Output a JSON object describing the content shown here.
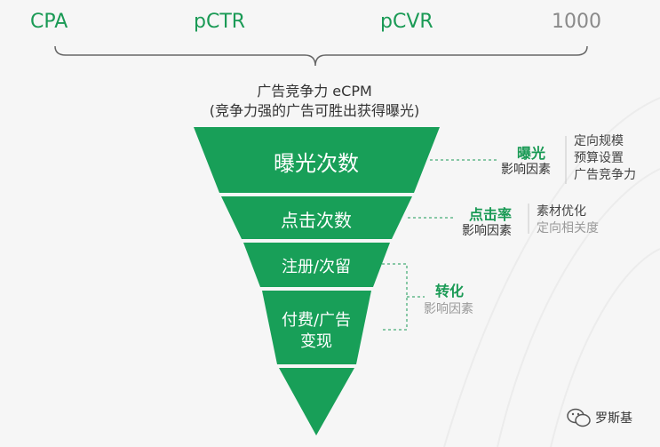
{
  "header": {
    "terms": [
      {
        "label": "CPA",
        "color": "#1a9a55"
      },
      {
        "label": "pCTR",
        "color": "#1a9a55"
      },
      {
        "label": "pCVR",
        "color": "#1a9a55"
      },
      {
        "label": "1000",
        "color": "#8a8a8a"
      }
    ],
    "caption_line1": "广告竞争力 eCPM",
    "caption_line2": "(竞争力强的广告可胜出获得曝光)"
  },
  "funnel": {
    "color": "#189f58",
    "segments": [
      {
        "label": "曝光次数"
      },
      {
        "label": "点击次数"
      },
      {
        "label": "注册/次留"
      },
      {
        "label_line1": "付费/广告",
        "label_line2": "变现"
      }
    ]
  },
  "factors": {
    "exposure": {
      "title": "曝光",
      "subtitle": "影响因素",
      "notes": [
        "定向规模",
        "预算设置",
        "广告竞争力"
      ]
    },
    "click": {
      "title": "点击率",
      "subtitle": "影响因素",
      "notes": [
        "素材优化",
        "定向相关度"
      ]
    },
    "conversion": {
      "title": "转化",
      "subtitle": "影响因素"
    }
  },
  "watermark": {
    "text": "罗斯基"
  }
}
